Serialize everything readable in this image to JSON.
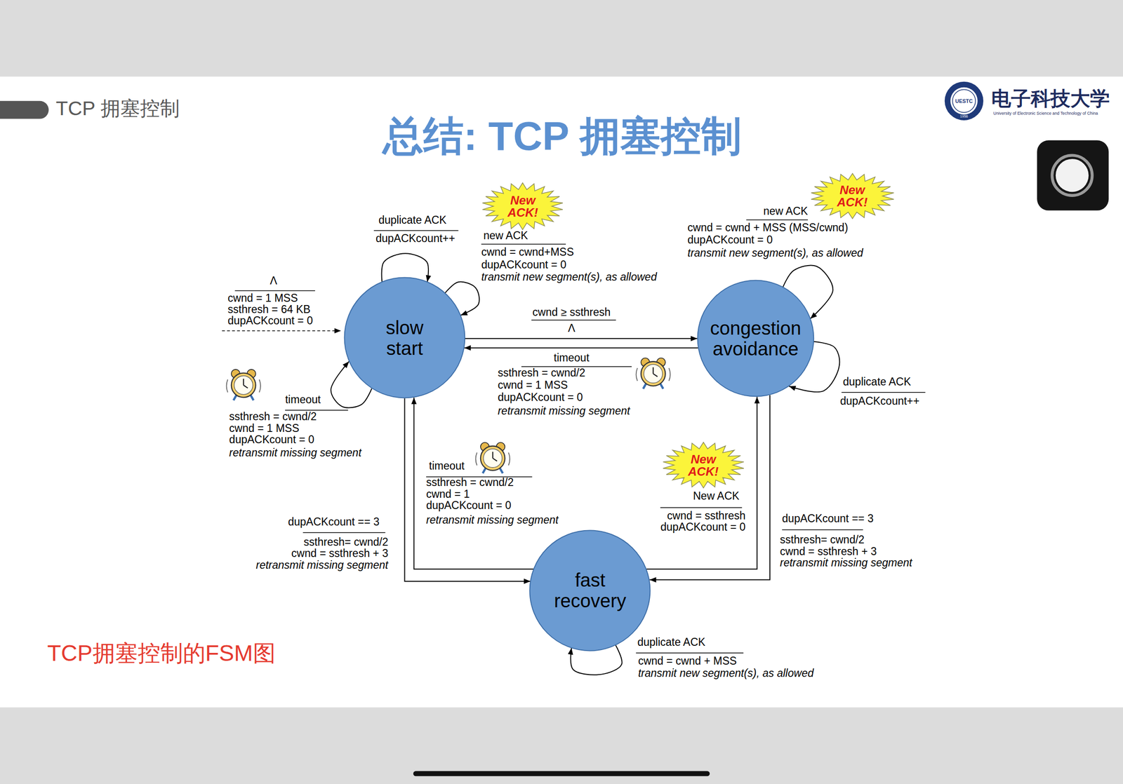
{
  "diagram": {
    "title": "总结: TCP 拥塞控制",
    "caption": "TCP拥塞控制的FSM图",
    "nodes": [
      {
        "text": [
          "New ACK!"
        ]
      },
      {
        "text": [
          "New ACK!"
        ]
      },
      {
        "text": [
          "slow start"
        ]
      },
      {
        "text": [
          "congestion avoidance"
        ]
      },
      {
        "text": [
          "New ACK!"
        ]
      },
      {
        "text": [
          "fast recovery"
        ]
      }
    ],
    "edges": [
      {
        "from": 2,
        "to": 2,
        "label": "duplicate ACK",
        "arrow": "to"
      },
      {
        "from": 2,
        "to": 2,
        "label": "new ACK",
        "arrow": "to"
      },
      {
        "from": 3,
        "to": 3,
        "label": "new ACK",
        "arrow": "to"
      },
      {
        "from": 2,
        "to": 3,
        "label": "cwnd ≥ ssthresh",
        "arrow": "to"
      },
      {
        "from": 3,
        "to": 2,
        "label": "timeout",
        "arrow": "to"
      },
      {
        "from": 3,
        "to": 3,
        "label": "duplicate ACK",
        "arrow": "to"
      },
      {
        "from": 2,
        "to": 2,
        "label": "timeout",
        "arrow": "to"
      },
      {
        "from": 5,
        "to": 2,
        "label": "timeout",
        "arrow": "to"
      },
      {
        "from": 5,
        "to": 3,
        "label": "New ACK",
        "arrow": "to"
      },
      {
        "from": 2,
        "to": 5,
        "label": "dupACKcount == 3",
        "arrow": "to"
      },
      {
        "from": 3,
        "to": 5,
        "label": "dupACKcount == 3",
        "arrow": "to"
      },
      {
        "from": 5,
        "to": 5,
        "label": "duplicate ACK",
        "arrow": "to"
      }
    ],
    "labels": [
      "TCP 拥塞控制",
      "电子科技大学",
      "University of Electronic Science and Technology of China",
      "UESTC",
      "1956",
      "Λ",
      "cwnd = 1 MSS",
      "ssthresh = 64 KB",
      "dupACKcount = 0",
      "dupACKcount++",
      "cwnd = cwnd+MSS",
      "dupACKcount = 0",
      "transmit new segment(s), as allowed",
      "cwnd = cwnd + MSS (MSS/cwnd)",
      "dupACKcount = 0",
      "transmit new segment(s), as allowed",
      "Λ",
      "ssthresh = cwnd/2",
      "cwnd = 1 MSS",
      "dupACKcount = 0",
      "retransmit missing segment",
      "dupACKcount++",
      "ssthresh = cwnd/2",
      "cwnd = 1 MSS",
      "dupACKcount = 0",
      "retransmit missing segment",
      "ssthresh = cwnd/2",
      "cwnd = 1",
      "dupACKcount = 0",
      "retransmit missing segment",
      "cwnd = ssthresh",
      "dupACKcount = 0",
      "ssthresh= cwnd/2",
      "cwnd = ssthresh + 3",
      "retransmit missing segment",
      "ssthresh= cwnd/2",
      "cwnd = ssthresh + 3",
      "retransmit missing segment",
      "cwnd = cwnd + MSS",
      "transmit new segment(s), as allowed"
    ]
  }
}
